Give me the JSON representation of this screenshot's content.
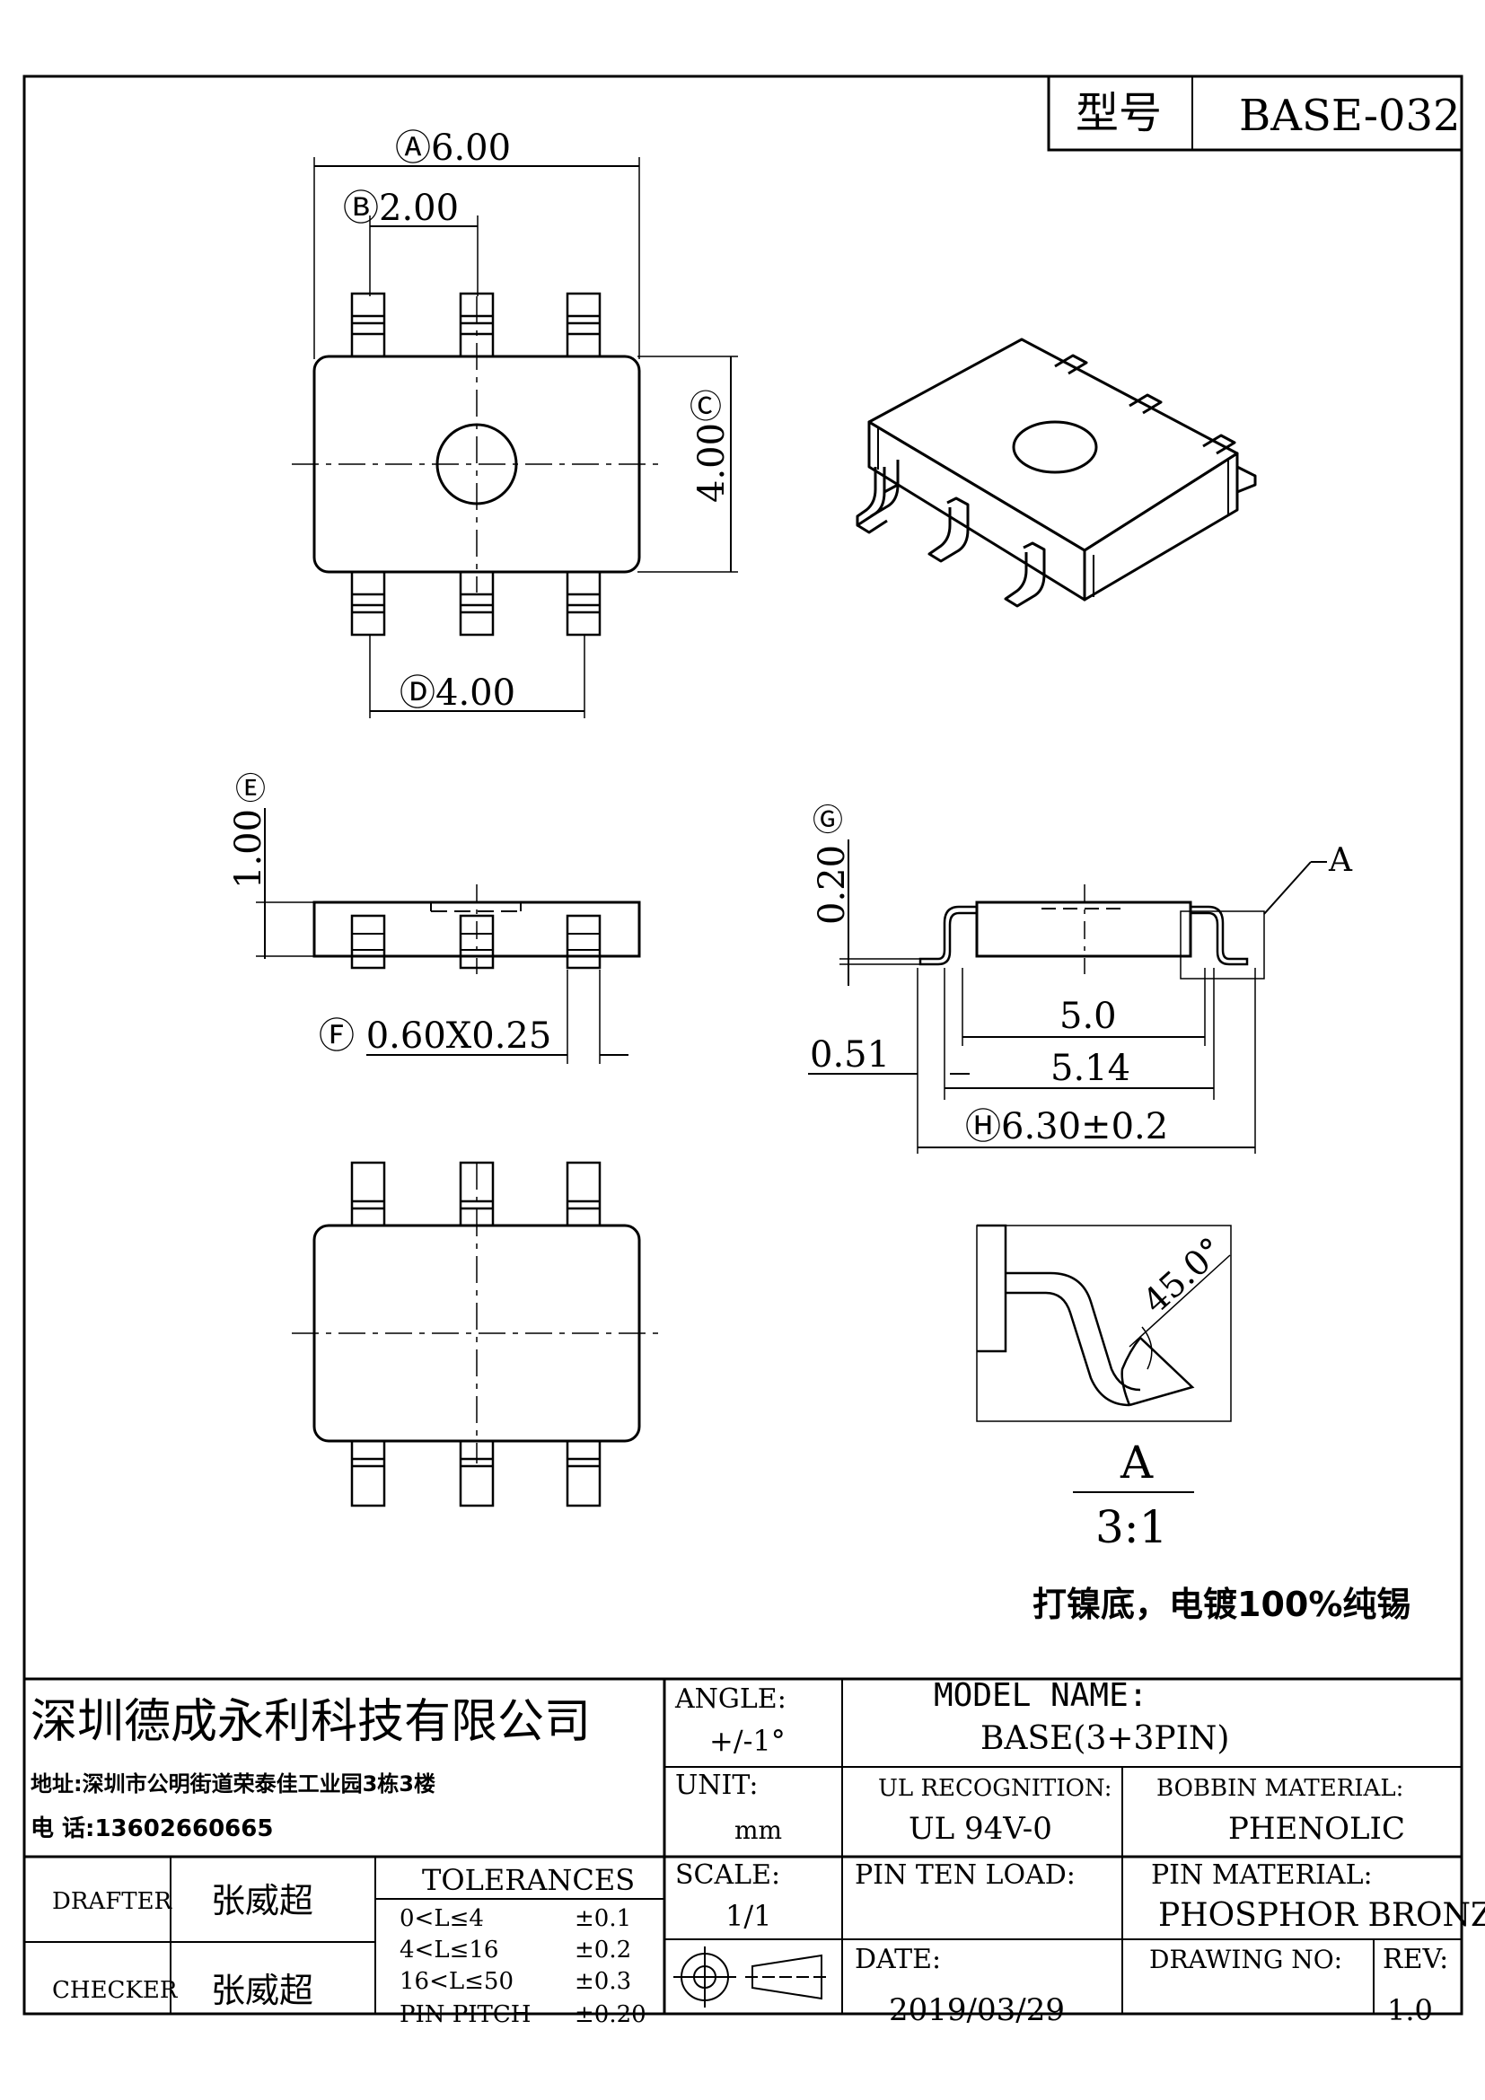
{
  "model": {
    "label": "型号",
    "value": "BASE-032"
  },
  "dims": {
    "a": "Ⓐ6.00",
    "b": "Ⓑ2.00",
    "c": "Ⓒ",
    "c_val": "4.00",
    "d": "Ⓓ4.00",
    "e": "Ⓔ",
    "e_val": "1.00",
    "f": "Ⓕ 0.60X0.25",
    "g": "Ⓖ",
    "g_val": "0.20",
    "h1": "5.0",
    "h2": "5.14",
    "h3": "0.51",
    "h": "Ⓗ6.30±0.2",
    "detail_ref": "A",
    "angle": "45.0°"
  },
  "detail": {
    "label": "A",
    "scale": "3:1"
  },
  "note": "打镍底，电镀100%纯锡",
  "title_block": {
    "company": "深圳德成永利科技有限公司",
    "address": "地址:深圳市公明街道荣泰佳工业园3栋3楼",
    "phone": "电 话:13602660665",
    "angle_label": "ANGLE:",
    "angle_value": "+/-1°",
    "model_name_label": "MODEL NAME:",
    "model_name_value": "BASE(3+3PIN)",
    "unit_label": "UNIT:",
    "unit_value": "mm",
    "ul_label": "UL RECOGNITION:",
    "ul_value": "UL 94V-0",
    "bobbin_label": "BOBBIN MATERIAL:",
    "bobbin_value": "PHENOLIC",
    "drafter_label": "DRAFTER",
    "drafter_value": "张威超",
    "checker_label": "CHECKER",
    "checker_value": "张威超",
    "tolerances_label": "TOLERANCES",
    "tolerances": [
      {
        "range": "0<L≤4",
        "tol": "±0.1"
      },
      {
        "range": "4<L≤16",
        "tol": "±0.2"
      },
      {
        "range": "16<L≤50",
        "tol": "±0.3"
      },
      {
        "range": "PIN PITCH",
        "tol": "±0.20"
      }
    ],
    "scale_label": "SCALE:",
    "scale_value": "1/1",
    "pin_load_label": "PIN TEN LOAD:",
    "pin_material_label": "PIN MATERIAL:",
    "pin_material_value": "PHOSPHOR BRONZE",
    "date_label": "DATE:",
    "date_value": "2019/03/29",
    "drawing_no_label": "DRAWING NO:",
    "rev_label": "REV:",
    "rev_value": "1.0"
  }
}
